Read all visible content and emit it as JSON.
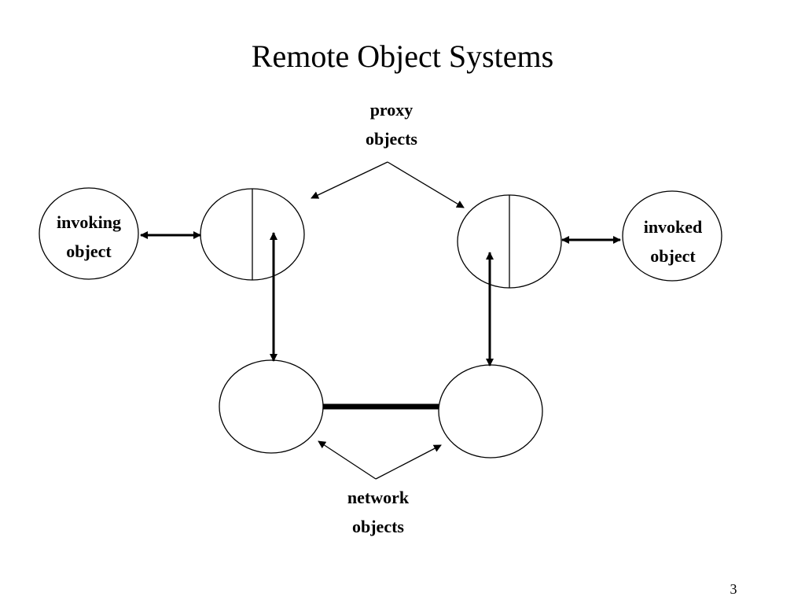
{
  "slide": {
    "title": "Remote Object Systems",
    "page_number": "3"
  },
  "labels": {
    "proxy": {
      "line1": "proxy",
      "line2": "objects"
    },
    "network": {
      "line1": "network",
      "line2": "objects"
    },
    "invoking": {
      "line1": "invoking",
      "line2": "object"
    },
    "invoked": {
      "line1": "invoked",
      "line2": "object"
    }
  },
  "colors": {
    "stroke": "#000000",
    "background": "#ffffff"
  }
}
